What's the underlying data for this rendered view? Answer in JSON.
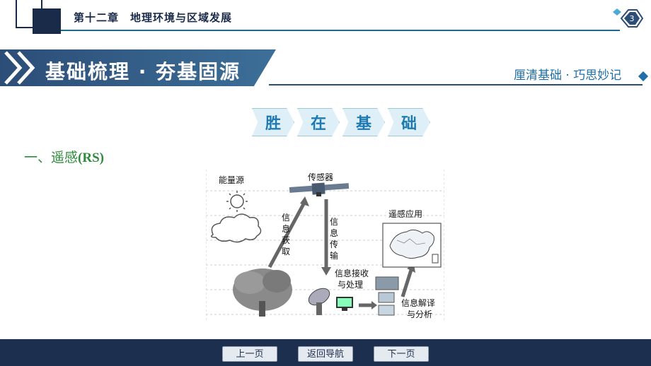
{
  "header": {
    "chapter_title": "第十二章　地理环境与区域发展",
    "page_number": "3"
  },
  "banner": {
    "title": "基础梳理 · 夯基固源",
    "subtitle": "厘清基础 · 巧思妙记"
  },
  "section_tiles": [
    "胜",
    "在",
    "基",
    "础"
  ],
  "heading": {
    "prefix": "一、遥感",
    "suffix": "(RS)"
  },
  "figure": {
    "energy_source": "能量源",
    "sensor": "传感器",
    "info_acquire": "信息获取",
    "info_transmit": "信息传输",
    "receive_line1": "信息接收",
    "receive_line2": "与处理",
    "application": "遥感应用",
    "interpret_line1": "信息解译",
    "interpret_line2": "与分析"
  },
  "footer": {
    "prev": "上一页",
    "home": "返回导航",
    "next": "下一页"
  },
  "colors": {
    "navy": "#1d2f4e",
    "heading_green": "#2e8b3c",
    "accent_blue": "#1f6fa8"
  }
}
